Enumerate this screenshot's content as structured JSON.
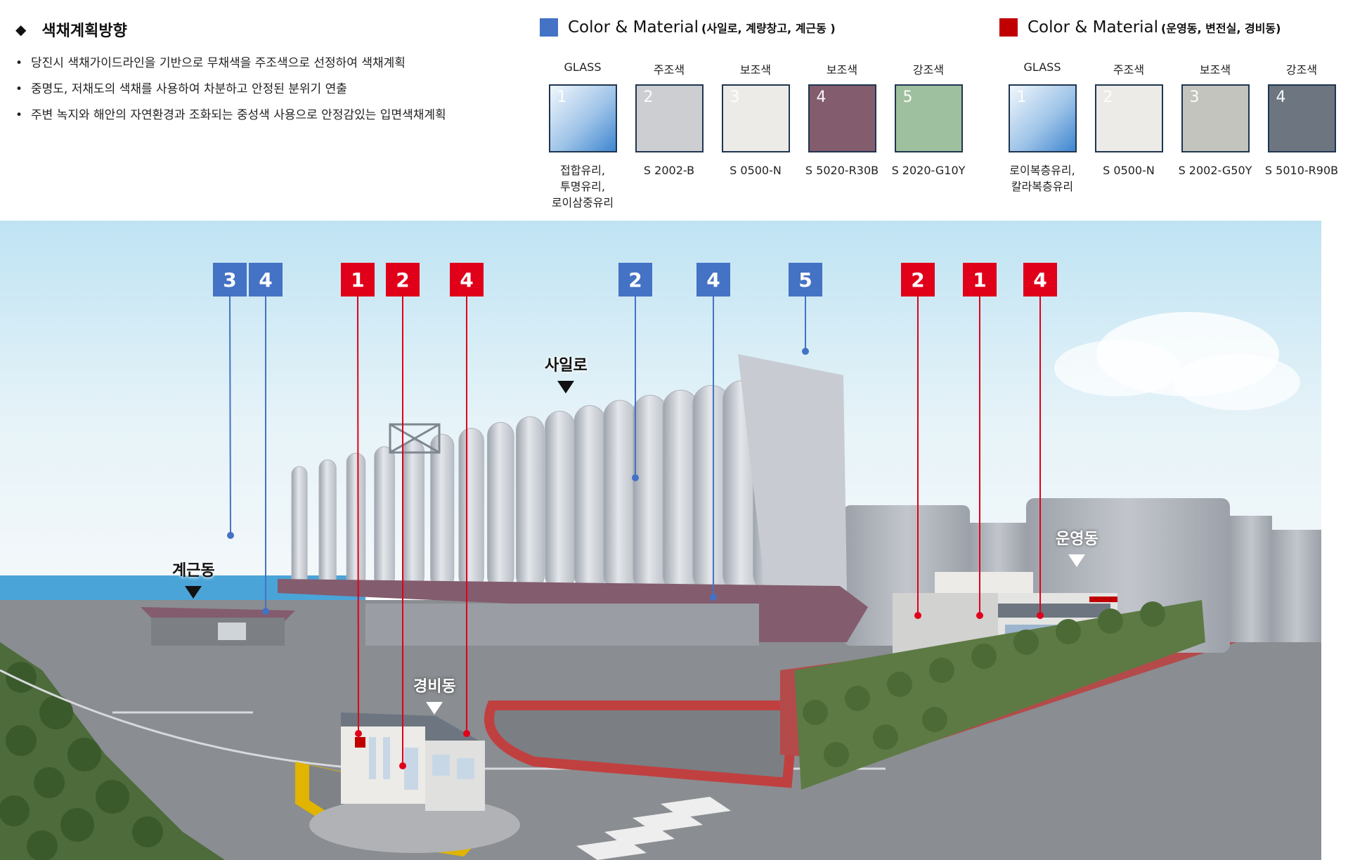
{
  "policy": {
    "heading": "색채계획방향",
    "bullets": [
      "당진시 색채가이드라인을 기반으로 무채색을 주조색으로 선정하여 색채계획",
      "중명도, 저채도의 색채를 사용하여 차분하고 안정된 분위기 연출",
      "주변 녹지와 해안의 자연환경과 조화되는 중성색 사용으로 안정감있는 입면색채계획"
    ]
  },
  "palette_a": {
    "title": "Color & Material",
    "subtitle": "(사일로, 계량창고, 계근동 )",
    "marker_color": "#4472c4",
    "swatches": [
      {
        "category": "GLASS",
        "number": "1",
        "code": "접합유리,\n투명유리,\n로이삼중유리",
        "color": "glass"
      },
      {
        "category": "주조색",
        "number": "2",
        "code": "S 2002-B",
        "color": "#cdced1"
      },
      {
        "category": "보조색",
        "number": "3",
        "code": "S 0500-N",
        "color": "#ecebe7"
      },
      {
        "category": "보조색",
        "number": "4",
        "code": "S 5020-R30B",
        "color": "#835c6e"
      },
      {
        "category": "강조색",
        "number": "5",
        "code": "S 2020-G10Y",
        "color": "#9fc09f"
      }
    ]
  },
  "palette_b": {
    "title": "Color & Material",
    "subtitle": "(운영동, 변전실, 경비동)",
    "marker_color": "#c00000",
    "swatches": [
      {
        "category": "GLASS",
        "number": "1",
        "code": "로이복층유리,\n칼라복층유리",
        "color": "glass"
      },
      {
        "category": "주조색",
        "number": "2",
        "code": "S 0500-N",
        "color": "#ecebe7"
      },
      {
        "category": "보조색",
        "number": "3",
        "code": "S 2002-G50Y",
        "color": "#c3c4bd"
      },
      {
        "category": "강조색",
        "number": "4",
        "code": "S 5010-R90B",
        "color": "#6d7680"
      }
    ]
  },
  "scene": {
    "tags": [
      {
        "number": "3",
        "style": "blue"
      },
      {
        "number": "4",
        "style": "blue"
      },
      {
        "number": "1",
        "style": "red"
      },
      {
        "number": "2",
        "style": "red"
      },
      {
        "number": "4",
        "style": "red"
      },
      {
        "number": "2",
        "style": "blue"
      },
      {
        "number": "4",
        "style": "blue"
      },
      {
        "number": "5",
        "style": "blue"
      },
      {
        "number": "2",
        "style": "red"
      },
      {
        "number": "1",
        "style": "red"
      },
      {
        "number": "4",
        "style": "red"
      }
    ],
    "buildings": {
      "silo": "사일로",
      "weighing": "계근동",
      "guard": "경비동",
      "operation": "운영동"
    }
  }
}
